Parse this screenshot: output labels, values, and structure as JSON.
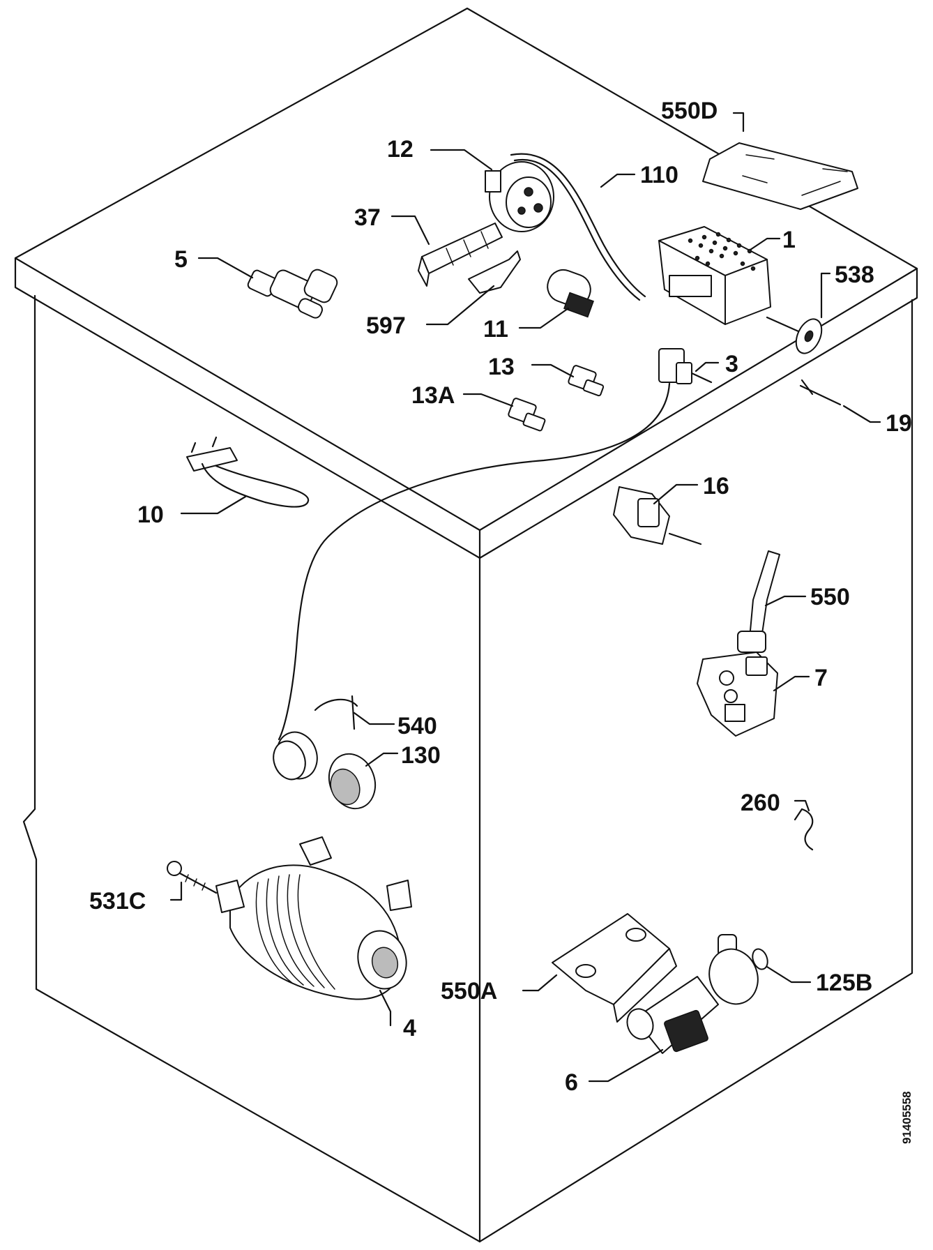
{
  "labels": {
    "p550D": "550D",
    "p12": "12",
    "p110": "110",
    "p37": "37",
    "p1": "1",
    "p5": "5",
    "p538": "538",
    "p597": "597",
    "p11": "11",
    "p13": "13",
    "p3": "3",
    "p13A": "13A",
    "p19": "19",
    "p16": "16",
    "p10": "10",
    "p550": "550",
    "p7": "7",
    "p540": "540",
    "p130": "130",
    "p260": "260",
    "p531C": "531C",
    "p550A": "550A",
    "p125B": "125B",
    "p4": "4",
    "p6": "6"
  },
  "drawing_code": "91405558"
}
